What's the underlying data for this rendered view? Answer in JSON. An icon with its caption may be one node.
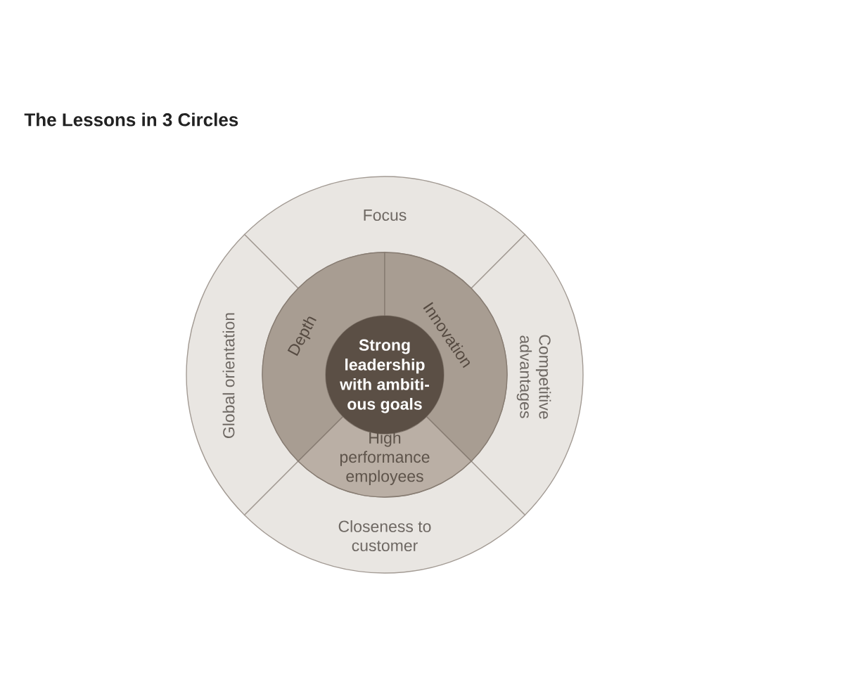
{
  "diagram": {
    "title": "The Lessons in 3 Circles",
    "nodes": [
      {
        "text": [
          "Focus"
        ]
      },
      {
        "text": [
          "Global orientation"
        ]
      },
      {
        "text": [
          "Depth"
        ]
      },
      {
        "text": [
          "Innovation"
        ]
      },
      {
        "text": [
          "Strong leadership with ambiti- ous goals"
        ]
      },
      {
        "text": [
          "Competitive advantages"
        ]
      },
      {
        "text": [
          "High performance employees"
        ]
      },
      {
        "text": [
          "Closeness to customer"
        ]
      }
    ]
  }
}
